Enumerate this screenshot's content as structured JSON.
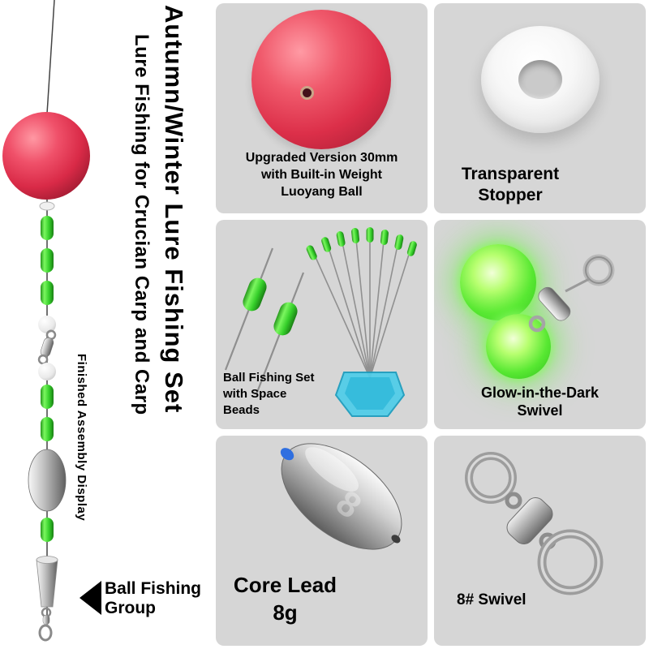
{
  "titles": {
    "main": "Autumn/Winter Lure Fishing Set",
    "sub": "Lure Fishing for Crucian Carp and Carp",
    "assembly": "Finished Assembly Display",
    "group": "Ball Fishing\nGroup"
  },
  "tiles": [
    {
      "name": "luoyang-ball",
      "label": "Upgraded Version 30mm\nwith Built-in Weight\nLuoyang Ball"
    },
    {
      "name": "transparent-stopper",
      "label": "Transparent\nStopper"
    },
    {
      "name": "space-beads-set",
      "label": "Ball Fishing Set\nwith Space\nBeads"
    },
    {
      "name": "glow-swivel",
      "label": "Glow-in-the-Dark\nSwivel"
    },
    {
      "name": "core-lead",
      "label": "Core Lead\n8g"
    },
    {
      "name": "swivel-8",
      "label": "8# Swivel"
    }
  ],
  "colors": {
    "tile_bg": "#d6d6d6",
    "ball_red": "#dc2f49",
    "bead_green": "#39d32e",
    "glow_green": "#58e832",
    "holder_blue": "#4ecde9",
    "metal_gray": "#9d9d9d",
    "lead_blue_tip": "#2f6fe0",
    "text": "#000000"
  }
}
